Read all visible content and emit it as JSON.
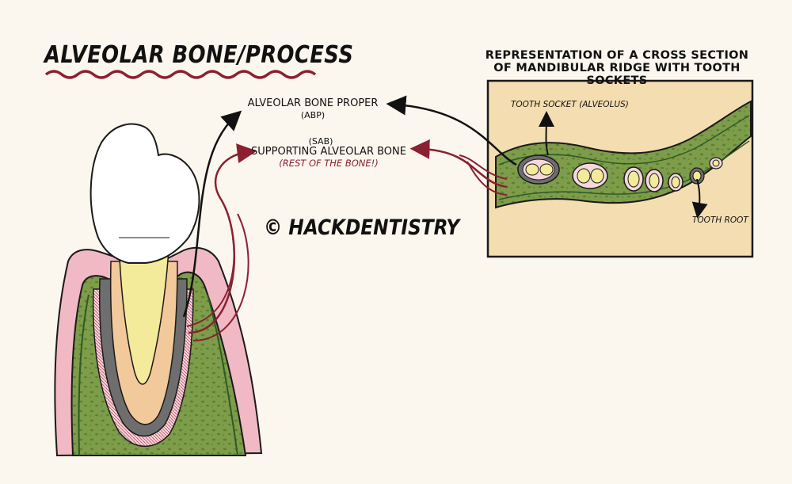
{
  "title": "ALVEOLAR BONE/PROCESS",
  "watermark": "© HACKDENTISTRY",
  "labels": {
    "abp": "ALVEOLAR BONE PROPER",
    "abp_abbr": "(ABP)",
    "sab_abbr": "(SAB)",
    "sab": "SUPPORTING ALVEOLAR BONE",
    "sab_note": "(REST OF THE BONE!)"
  },
  "cross_section": {
    "title": "REPRESENTATION OF A CROSS SECTION OF MANDIBULAR RIDGE WITH TOOTH SOCKETS",
    "socket_label": "TOOTH SOCKET (ALVEOLUS)",
    "root_label": "TOOTH ROOT"
  },
  "colors": {
    "background": "#fbf6ee",
    "accent_red": "#8a2030",
    "bone_green": "#7e9d4a",
    "gum_pink": "#f1b9c3",
    "enamel": "#ffffff",
    "dentin": "#f3ea9a",
    "pulp": "#f2c99b",
    "ligament": "#6e6e6e"
  }
}
